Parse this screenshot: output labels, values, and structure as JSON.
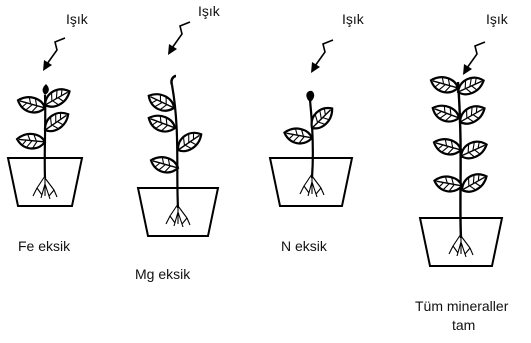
{
  "plants": [
    {
      "light_label": "Işık",
      "caption": "Fe eksik"
    },
    {
      "light_label": "Işık",
      "caption": "Mg eksik"
    },
    {
      "light_label": "Işık",
      "caption": "N eksik"
    },
    {
      "light_label": "Işık",
      "caption_line1": "Tüm mineraller",
      "caption_line2": "tam"
    }
  ],
  "colors": {
    "ink": "#000000",
    "background": "#ffffff"
  }
}
